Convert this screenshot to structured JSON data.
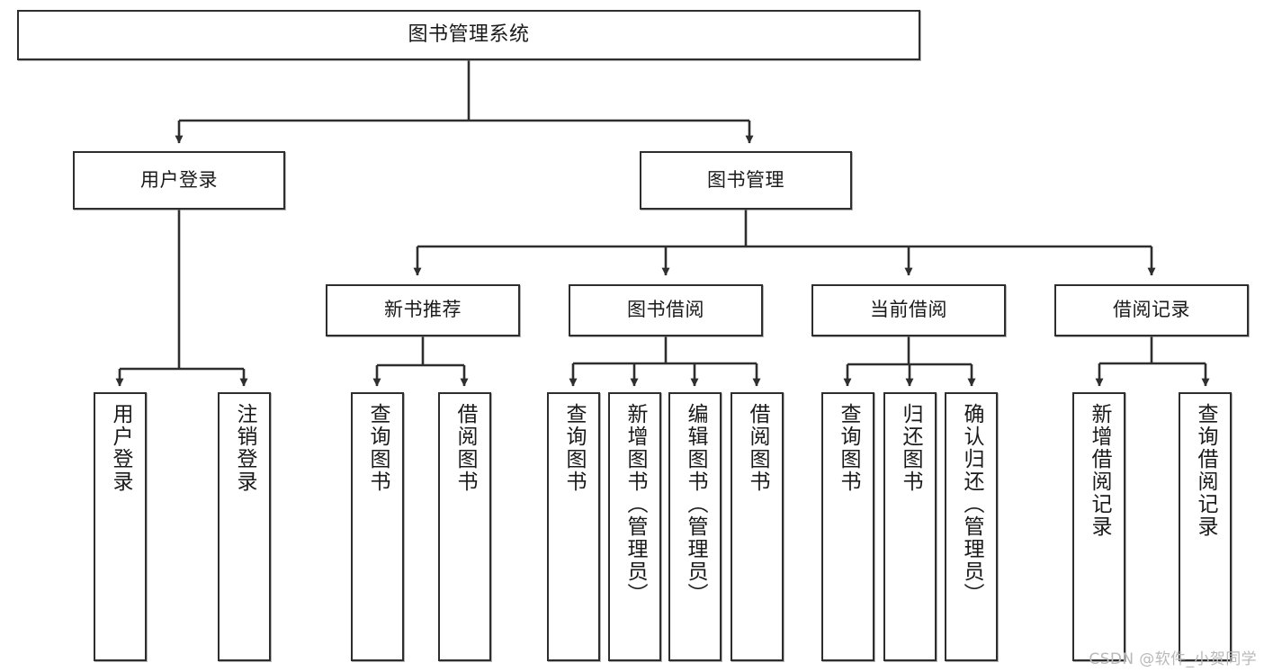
{
  "diagram": {
    "title": "图书管理系统",
    "type": "tree",
    "watermark": "CSDN @软件_小贺同学",
    "line_color": "#2e2e2e",
    "box_fill": "#ffffff",
    "text_color": "#1a1a1a",
    "nodes": {
      "root": {
        "label": "图书管理系统"
      },
      "level1": [
        {
          "id": "user-login",
          "label": "用户登录"
        },
        {
          "id": "book-manage",
          "label": "图书管理"
        }
      ],
      "level2": [
        {
          "id": "new-book-recommend",
          "label": "新书推荐"
        },
        {
          "id": "book-borrow",
          "label": "图书借阅"
        },
        {
          "id": "current-borrow",
          "label": "当前借阅"
        },
        {
          "id": "borrow-record",
          "label": "借阅记录"
        }
      ],
      "leaves": {
        "user_login": [
          {
            "id": "leaf-user-login",
            "label": "用户登录"
          },
          {
            "id": "leaf-logout",
            "label": "注销登录"
          }
        ],
        "new_book_recommend": [
          {
            "id": "leaf-query-book-1",
            "label": "查询图书"
          },
          {
            "id": "leaf-borrow-book-1",
            "label": "借阅图书"
          }
        ],
        "book_borrow": [
          {
            "id": "leaf-query-book-2",
            "label": "查询图书"
          },
          {
            "id": "leaf-add-book",
            "label": "新增图书（管理员）"
          },
          {
            "id": "leaf-edit-book",
            "label": "编辑图书（管理员）"
          },
          {
            "id": "leaf-borrow-book-2",
            "label": "借阅图书"
          }
        ],
        "current_borrow": [
          {
            "id": "leaf-query-book-3",
            "label": "查询图书"
          },
          {
            "id": "leaf-return-book",
            "label": "归还图书"
          },
          {
            "id": "leaf-confirm-return",
            "label": "确认归还（管理员）"
          }
        ],
        "borrow_record": [
          {
            "id": "leaf-add-record",
            "label": "新增借阅记录"
          },
          {
            "id": "leaf-query-record",
            "label": "查询借阅记录"
          }
        ]
      }
    }
  }
}
